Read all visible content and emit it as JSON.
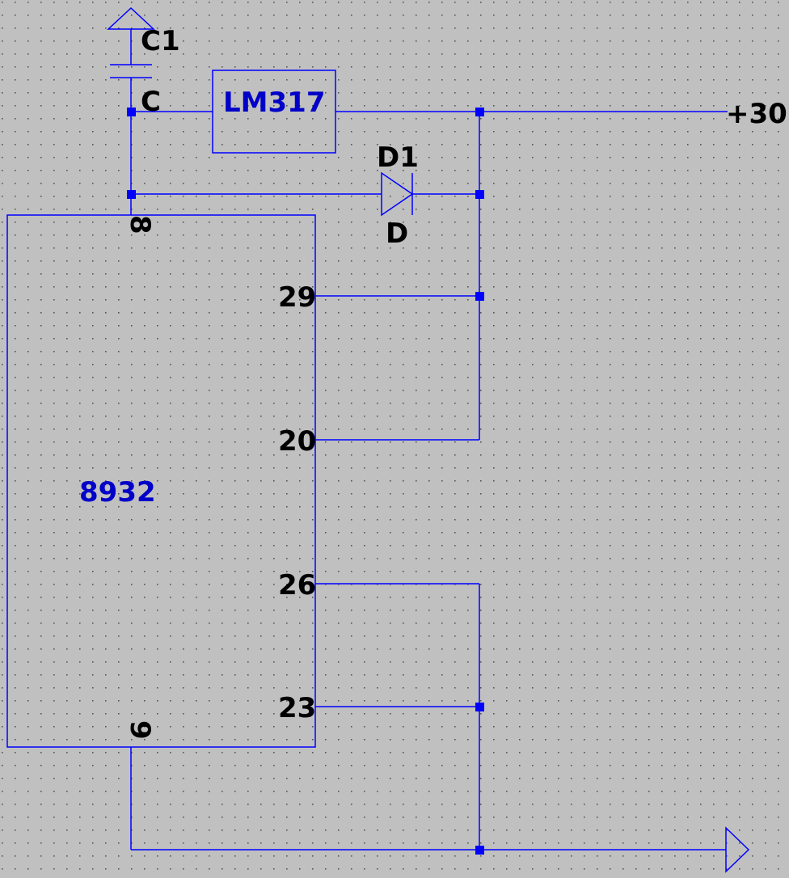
{
  "schematic": {
    "colors": {
      "background": "#c0c0c0",
      "grid_dot": "#444444",
      "wire": "#0000ff",
      "component_label": "#0000c8",
      "text": "#000000"
    },
    "labels": {
      "cap_ref": "C1",
      "cap_value": "C",
      "regulator": "LM317",
      "net_plus30": "+30",
      "diode_ref": "D1",
      "diode_value": "D",
      "ic_name": "8932",
      "pin_8": "8",
      "pin_29": "29",
      "pin_20": "20",
      "pin_26": "26",
      "pin_23": "23",
      "pin_9": "9"
    },
    "icons": {
      "top_net": "ground-flag-icon",
      "bottom_net": "output-flag-icon",
      "capacitor": "capacitor-icon",
      "diode": "diode-icon"
    }
  }
}
